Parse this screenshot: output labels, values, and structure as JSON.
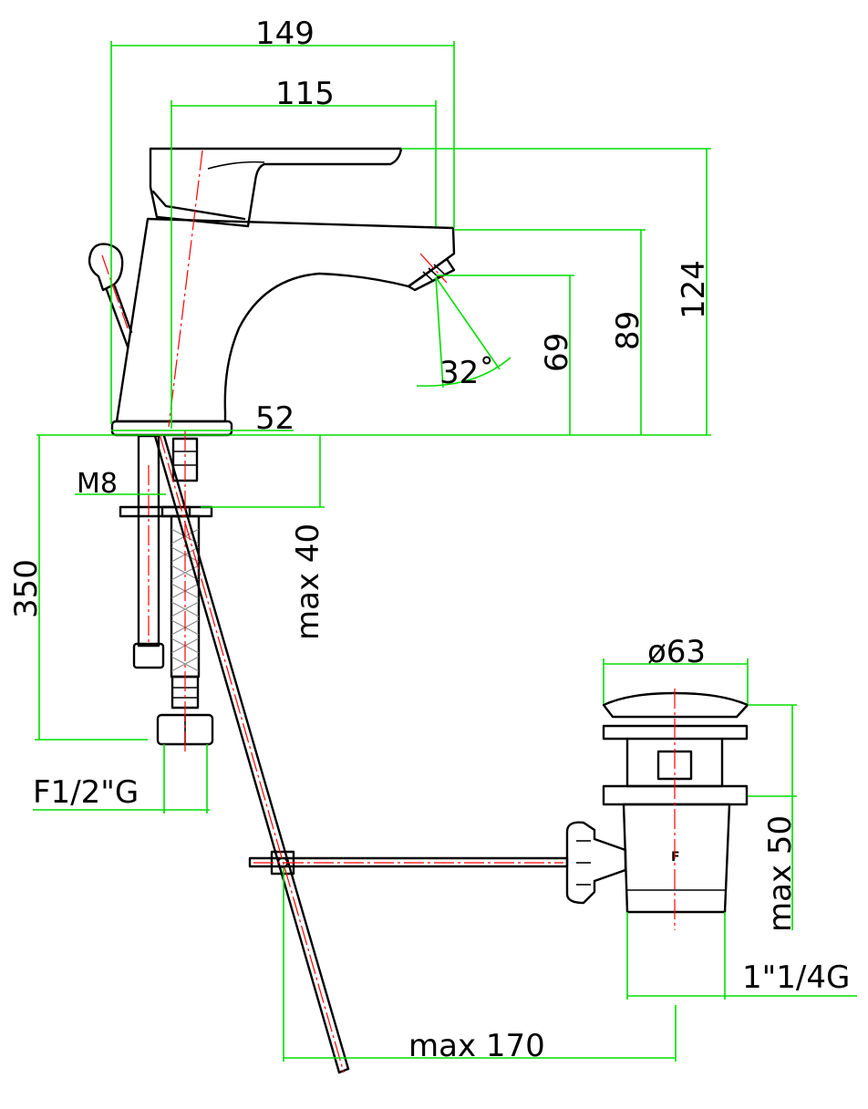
{
  "dimensions": {
    "overall_length": "149",
    "lever_length": "115",
    "overall_height": "124",
    "spout_height": "89",
    "outlet_height": "69",
    "outlet_angle": "32˚",
    "base_diameter": "52",
    "stud_thread": "M8",
    "max_deck_thickness": "max 40",
    "hose_length": "350",
    "hose_connection": "F1/2\"G",
    "drain_diameter": "ø63",
    "drain_max_thickness": "max 50",
    "drain_thread": "1\"1/4G",
    "pull_rod_max_distance": "max 170"
  },
  "drain_mark": "F"
}
